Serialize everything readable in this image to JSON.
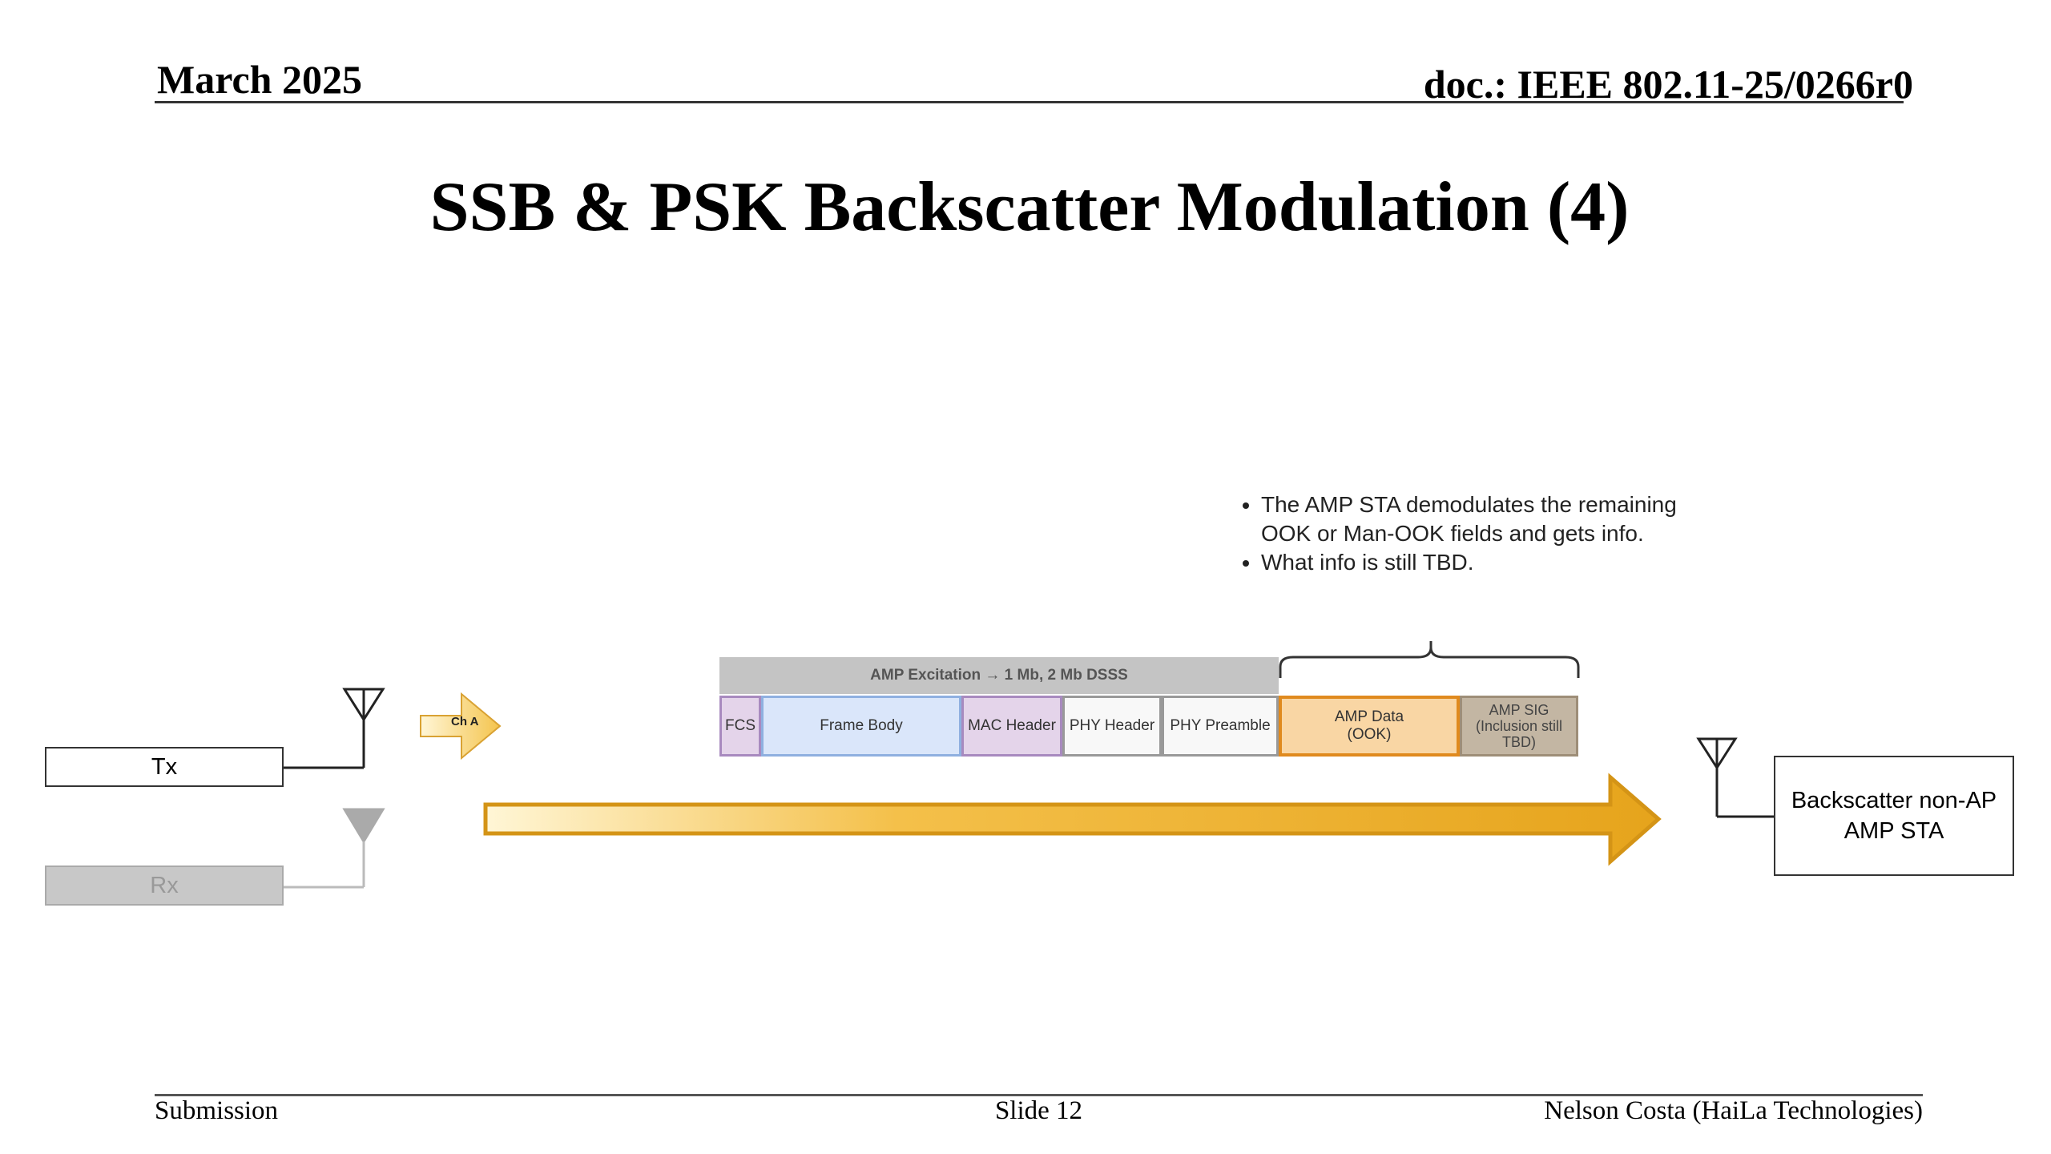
{
  "header": {
    "date": "March 2025",
    "doc": "doc.: IEEE 802.11-25/0266r0"
  },
  "title": "SSB & PSK Backscatter Modulation (4)",
  "bullets": [
    "The AMP STA demodulates the remaining OOK or Man-OOK fields and gets info.",
    "What info is still TBD."
  ],
  "tx_label": "Tx",
  "rx_label": "Rx",
  "channel_label": "Ch A",
  "excitation_label": "AMP Excitation → 1 Mb, 2 Mb DSSS",
  "fields": {
    "fcs": "FCS",
    "frame_body": "Frame Body",
    "mac_header": "MAC Header",
    "phy_header": "PHY Header",
    "phy_preamble": "PHY Preamble",
    "amp_data": "AMP Data (OOK)",
    "amp_sig": "AMP SIG (Inclusion still TBD)"
  },
  "sta_label": "Backscatter non-AP AMP STA",
  "footer": {
    "left": "Submission",
    "center": "Slide 12",
    "right": "Nelson Costa (HaiLa Technologies)"
  },
  "colors": {
    "arrow_dark": "#e6a41c",
    "arrow_light": "#fff6d6",
    "amp_data_fill": "#f9d6a4",
    "amp_data_border": "#e08a1e"
  }
}
